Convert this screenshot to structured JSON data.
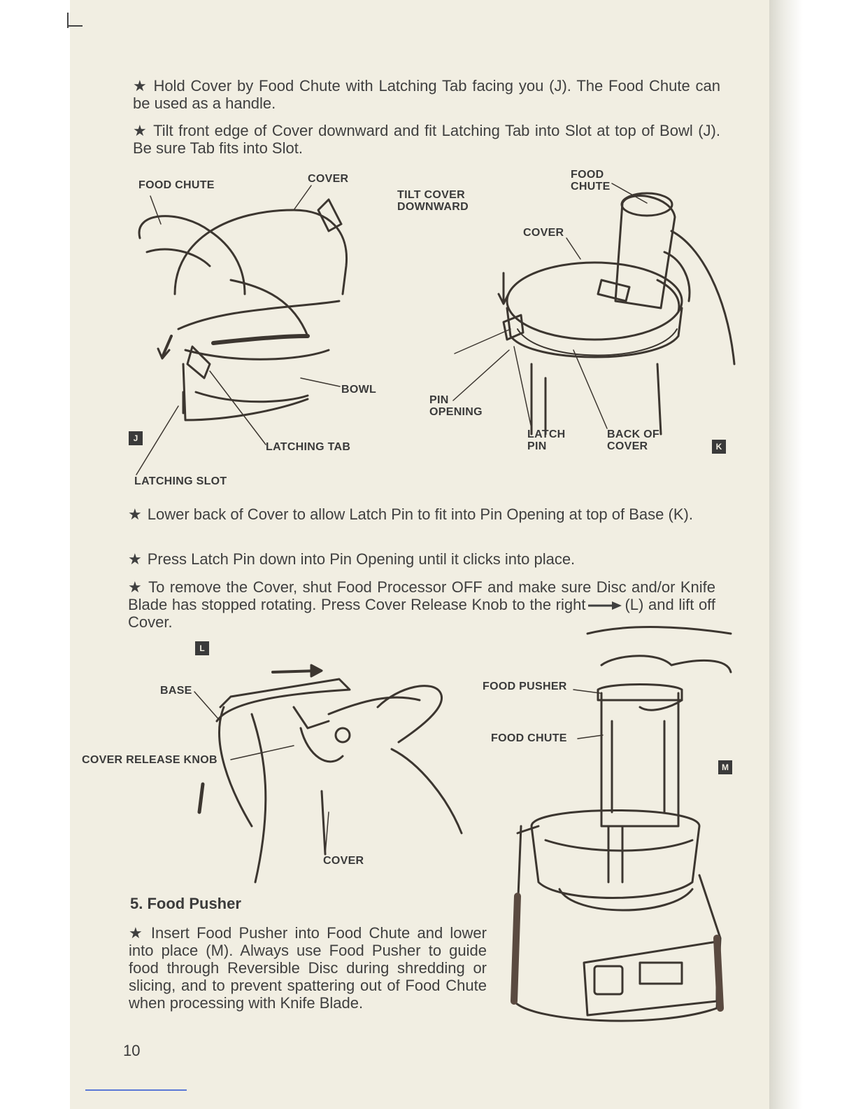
{
  "instructions_top": [
    "Hold Cover by Food Chute with Latching Tab facing you (J). The Food Chute can be used as a handle.",
    "Tilt front edge of Cover downward and fit Latching Tab into Slot at top of Bowl (J). Be sure Tab fits into Slot."
  ],
  "bullet_symbol": "★",
  "figure_j": {
    "tag": "J",
    "labels": {
      "food_chute": "FOOD CHUTE",
      "cover": "COVER",
      "bowl": "BOWL",
      "latching_tab": "LATCHING TAB",
      "latching_slot": "LATCHING SLOT"
    }
  },
  "figure_k": {
    "tag": "K",
    "labels": {
      "tilt_cover": "TILT COVER",
      "downward": "DOWNWARD",
      "food": "FOOD",
      "chute": "CHUTE",
      "cover": "COVER",
      "pin": "PIN",
      "opening": "OPENING",
      "latch": "LATCH",
      "latch_pin": "PIN",
      "back_of": "BACK OF",
      "back_cover": "COVER"
    }
  },
  "instructions_middle": [
    "Lower back of Cover to allow Latch Pin to fit into Pin Opening at top of Base (K).",
    "Press Latch Pin down into Pin Opening until it clicks into place."
  ],
  "remove_instruction": {
    "before": "To remove the Cover, shut Food Processor OFF and make sure Disc and/or Knife Blade has stopped rotating. Press Cover Release Knob to the right",
    "after": "(L) and lift off Cover."
  },
  "figure_l": {
    "tag": "L",
    "labels": {
      "base": "BASE",
      "cover_release_knob": "COVER RELEASE KNOB",
      "cover": "COVER"
    }
  },
  "figure_m": {
    "tag": "M",
    "labels": {
      "food_pusher": "FOOD PUSHER",
      "food_chute": "FOOD CHUTE"
    }
  },
  "section": {
    "heading": "5. Food Pusher",
    "text": "Insert Food Pusher into Food Chute and lower into place (M). Always use Food Pusher to guide food through Reversible Disc during shredding or slicing, and to prevent spattering out of Food Chute when processing with Knife Blade."
  },
  "page_number": "10"
}
